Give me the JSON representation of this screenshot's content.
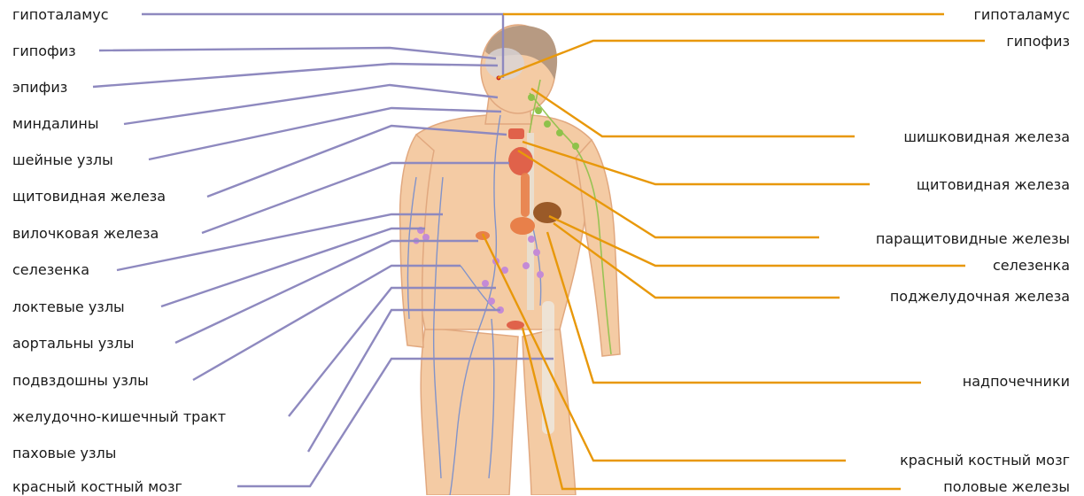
{
  "colors": {
    "lymphatic_leader": "#8e89bf",
    "endocrine_leader": "#e8980a",
    "skin": "#f4cba4",
    "skin_outline": "#e1a87f",
    "hair": "#b79a82",
    "lymph_vessel": "#6f8ad0",
    "lymph_node": "#c48ad6",
    "lymph_green": "#8ec24a",
    "organ_red": "#e0624a",
    "liver": "#9a5a28"
  },
  "lymphatic_labels": [
    "гипоталамус",
    "гипофиз",
    "эпифиз",
    "миндалины",
    "шейные узлы",
    "щитовидная железа",
    "вилочковая железа",
    "селезенка",
    "локтевые узлы",
    "аортальны узлы",
    "подвздошны узлы",
    "желудочно-кишечный тракт",
    "паховые узлы",
    "красный костный мозг"
  ],
  "endocrine_labels": [
    "гипоталамус",
    "гипофиз",
    "шишковидная железа",
    "щитовидная железа",
    "паращитовидные железы",
    "селезенка",
    "поджелудочная железа",
    "надпочечники",
    "красный костный мозг",
    "половые железы"
  ]
}
